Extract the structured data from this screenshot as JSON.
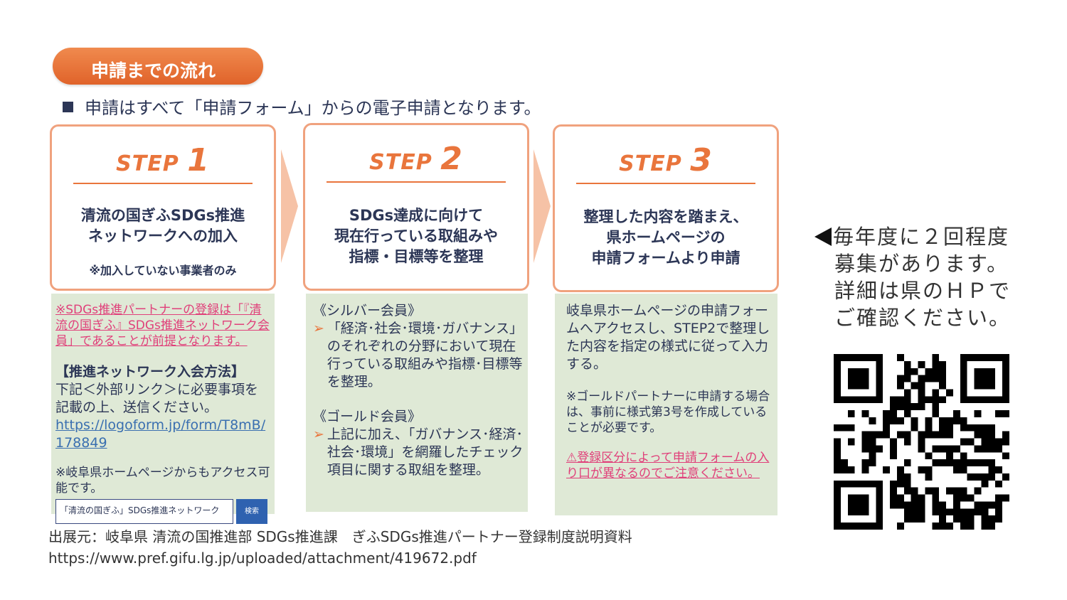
{
  "header": {
    "pill": "申請までの流れ",
    "lead": "申請はすべて「申請フォーム」からの電子申請となります。"
  },
  "steps": [
    {
      "word": "STEP",
      "num": "1",
      "lines": [
        "清流の国ぎふSDGs推進",
        "ネットワークへの加入"
      ],
      "note": "※加入していない事業者のみ"
    },
    {
      "word": "STEP",
      "num": "2",
      "lines": [
        "SDGs達成に向けて",
        "現在行っている取組みや",
        "指標・目標等を整理"
      ]
    },
    {
      "word": "STEP",
      "num": "3",
      "lines": [
        "整理した内容を踏まえ、",
        "県ホームページの",
        "申請フォームより申請"
      ]
    }
  ],
  "panel1": {
    "pink": "※SDGs推進パートナーの登録は「『清流の国ぎふ』SDGs推進ネットワーク会員」であることが前提となります。",
    "heading": "【推進ネットワーク入会方法】",
    "body": "下記＜外部リンク＞に必要事項を記載の上、送信ください。",
    "link": "https://logoform.jp/form/T8mB/178849",
    "access": "※岐阜県ホームページからもアクセス可能です。",
    "search_value": "「清流の国ぎふ」SDGs推進ネットワーク",
    "search_button": "検索"
  },
  "panel2": {
    "silver": "《シルバー会員》",
    "silver_text": "「経済･社会･環境･ガバナンス」のそれぞれの分野において現在行っている取組みや指標･目標等を整理。",
    "gold": "《ゴールド会員》",
    "gold_text": "上記に加え、「ガバナンス･経済･社会･環境」を網羅したチェック項目に関する取組を整理。",
    "bullet": "➢"
  },
  "panel3": {
    "body": "岐阜県ホームページの申請フォームへアクセスし、STEP2で整理した内容を指定の様式に従って入力する。",
    "note": "※ゴールドパートナーに申請する場合は、事前に様式第3号を作成していることが必要です。",
    "warning": "⚠登録区分によって申請フォームの入り口が異なるのでご注意ください。"
  },
  "side": {
    "lines": [
      "毎年度に２回程度",
      "募集があります。",
      "詳細は県のＨＰで",
      "ご確認ください。"
    ]
  },
  "source": {
    "line1": "出展元：岐阜県 清流の国推進部 SDGs推進課　ぎふSDGs推進パートナー登録制度説明資料",
    "line2": "https://www.pref.gifu.lg.jp/uploaded/attachment/419672.pdf"
  }
}
